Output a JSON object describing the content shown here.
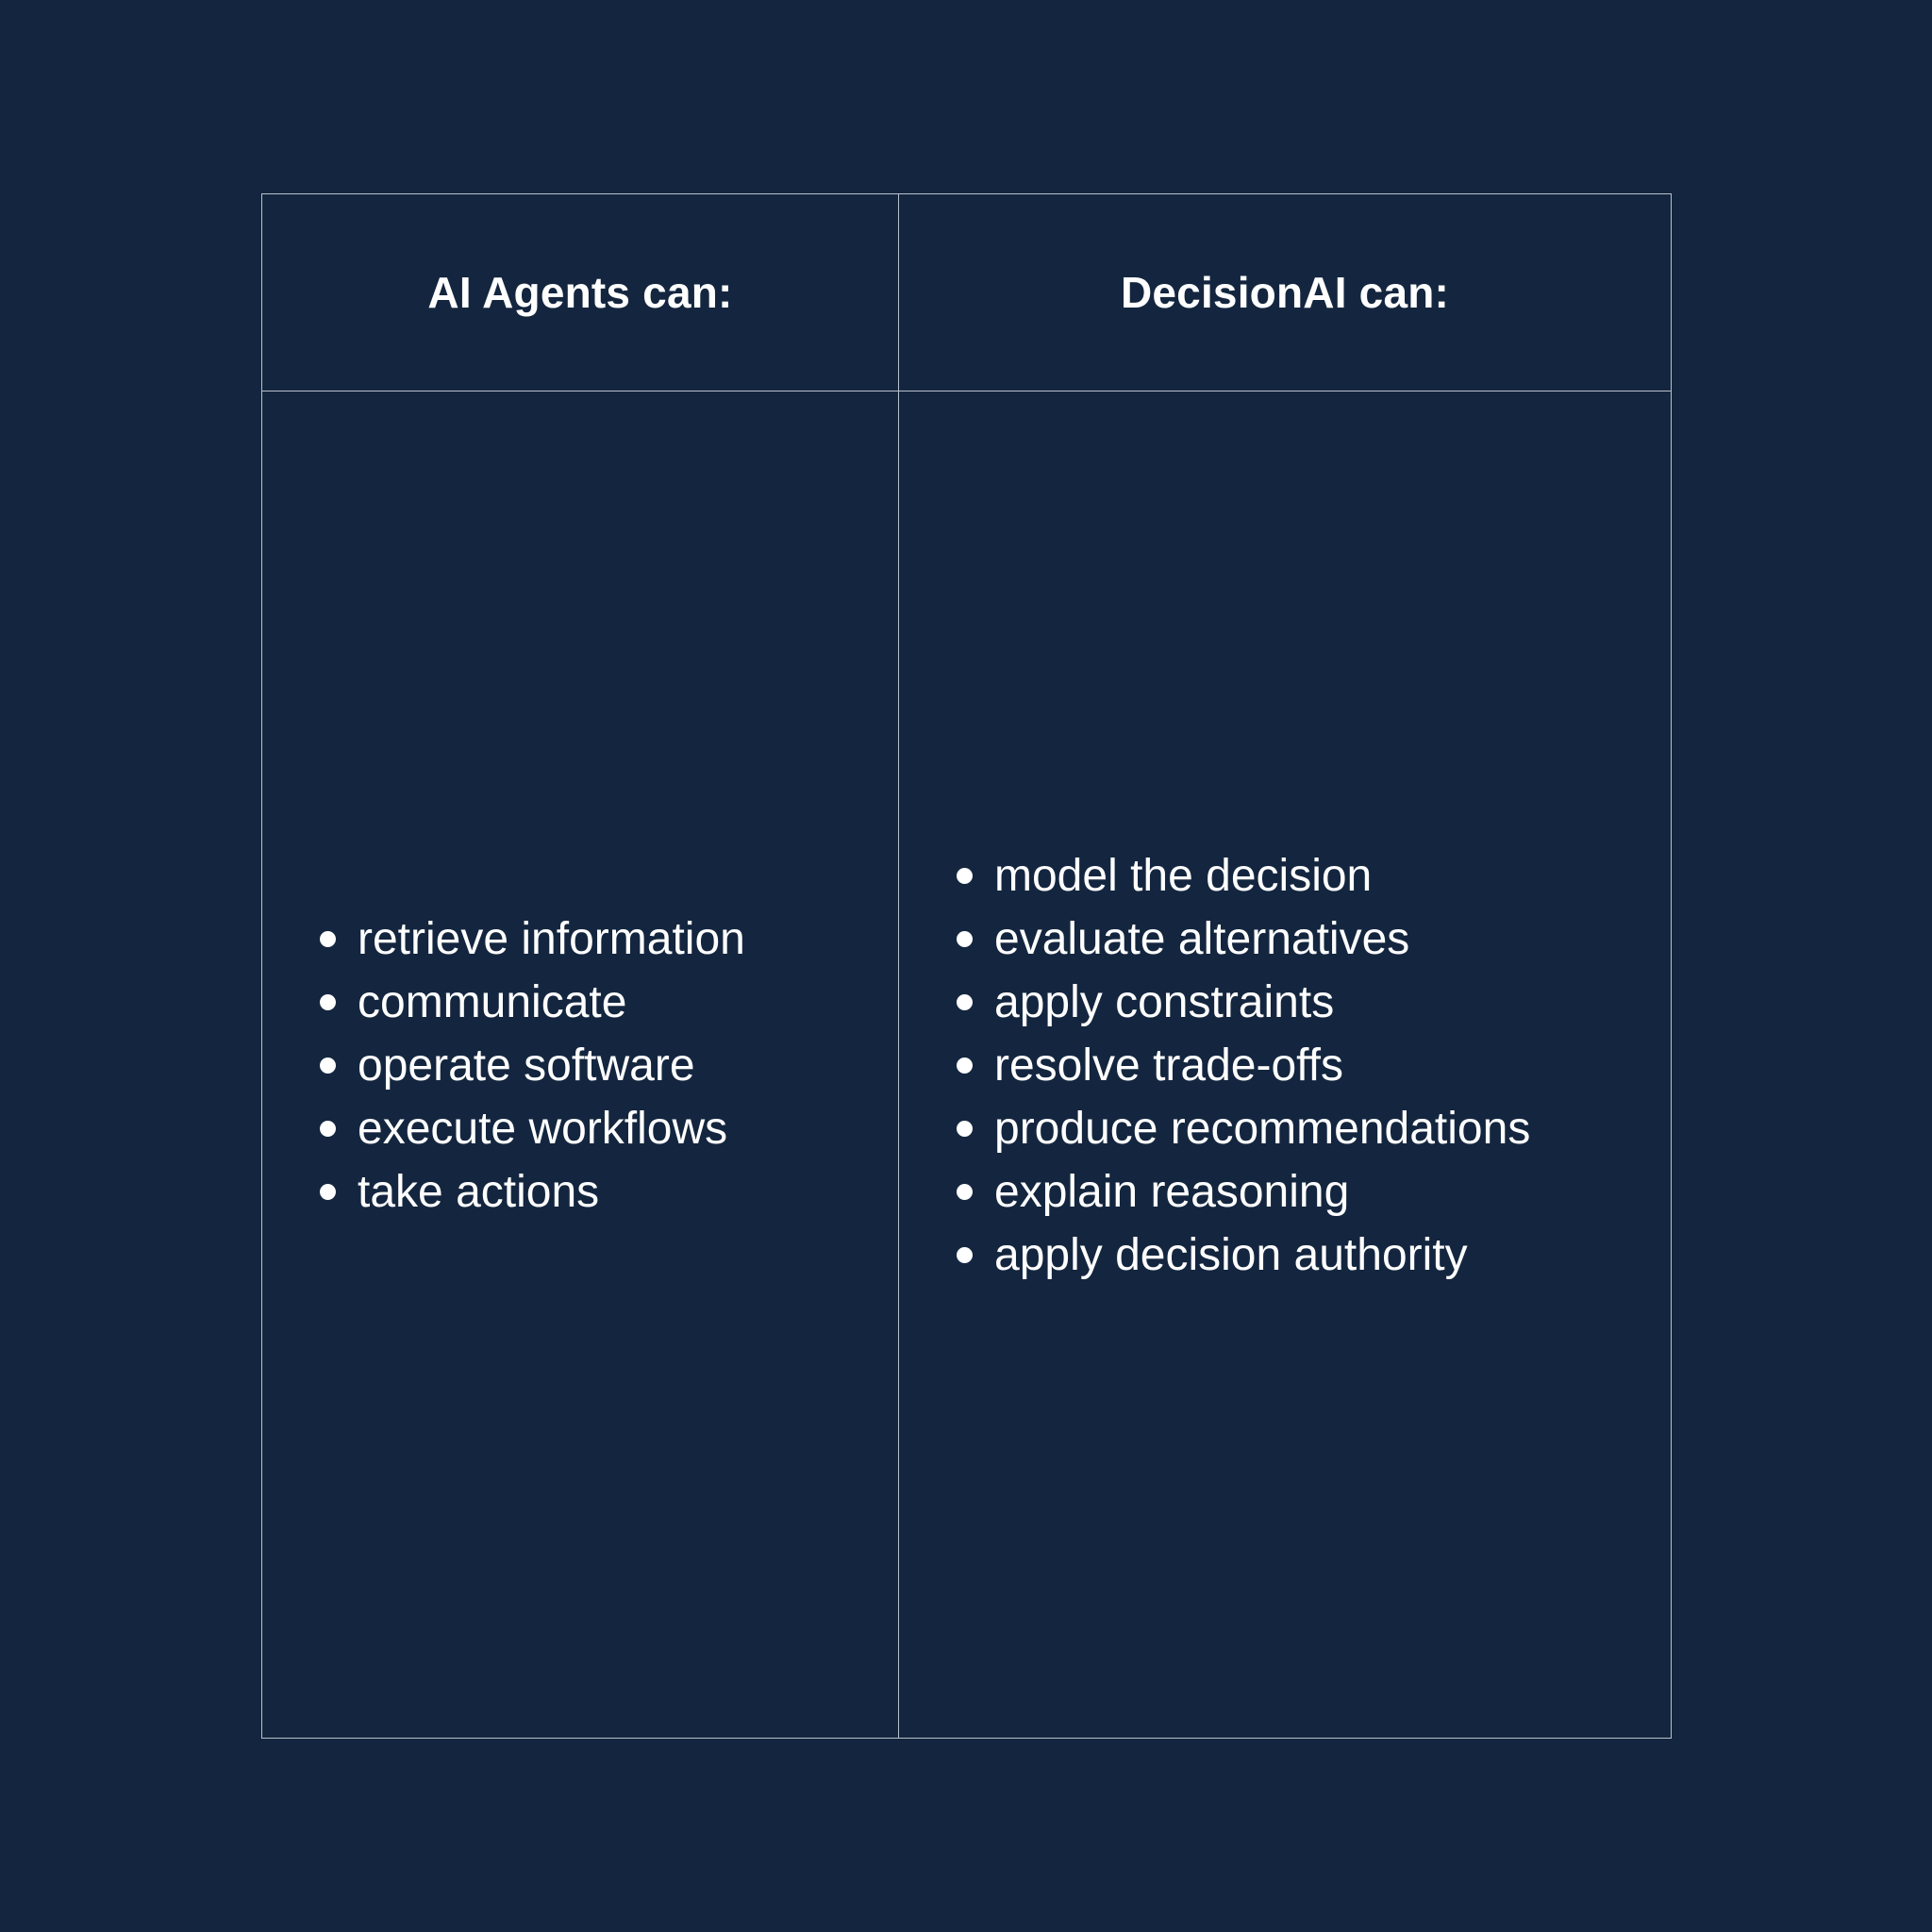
{
  "left_column": {
    "header": "AI Agents can:",
    "items": [
      "retrieve information",
      "communicate",
      "operate software",
      "execute workflows",
      "take actions"
    ]
  },
  "right_column": {
    "header": "DecisionAI can:",
    "items": [
      "model the decision",
      "evaluate alternatives",
      "apply constraints",
      "resolve trade-offs",
      "produce recommendations",
      "explain reasoning",
      "apply decision authority"
    ]
  }
}
